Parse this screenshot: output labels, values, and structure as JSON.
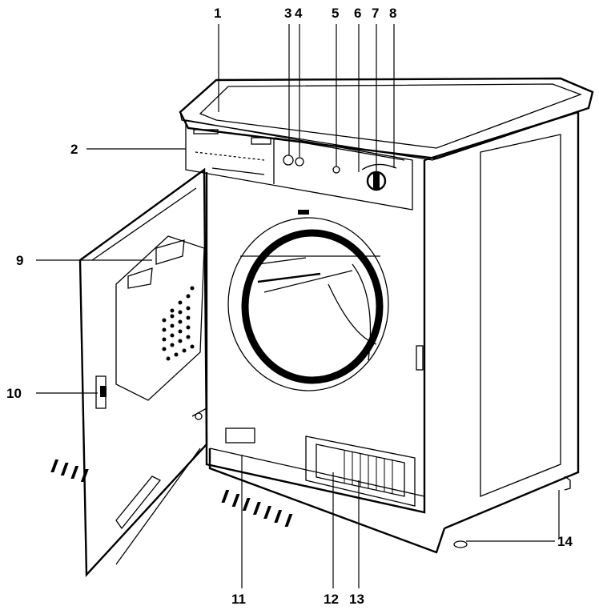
{
  "colors": {
    "ink": "#000000",
    "paper": "#ffffff"
  },
  "callouts": [
    {
      "label": "1"
    },
    {
      "label": "2"
    },
    {
      "label": "3"
    },
    {
      "label": "4"
    },
    {
      "label": "5"
    },
    {
      "label": "6"
    },
    {
      "label": "7"
    },
    {
      "label": "8"
    },
    {
      "label": "9"
    },
    {
      "label": "10"
    },
    {
      "label": "11"
    },
    {
      "label": "12"
    },
    {
      "label": "13"
    },
    {
      "label": "14"
    }
  ]
}
